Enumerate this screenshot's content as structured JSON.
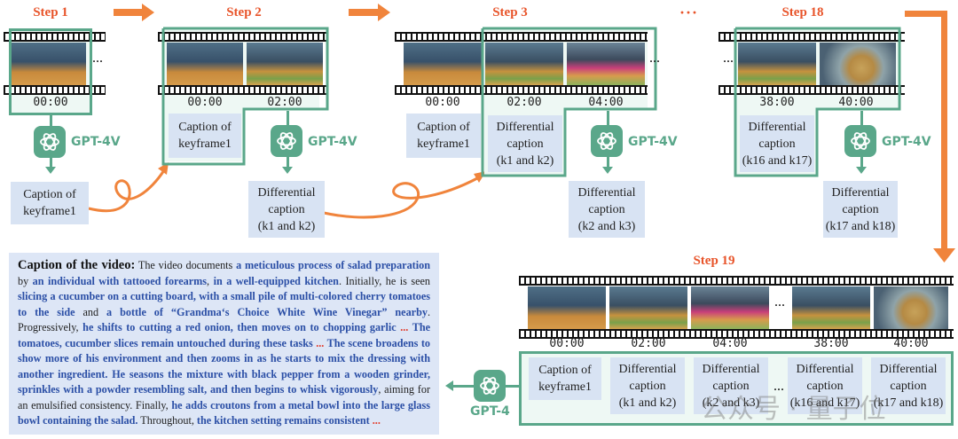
{
  "colors": {
    "step_title": "#e8542a",
    "accent_green": "#5aa78a",
    "caption_box": "#d8e3f3",
    "highlight_blue": "#2b4fa6",
    "ellipsis_red": "#e23b2a",
    "flow_arrow_orange": "#f0843c"
  },
  "steps": [
    {
      "title": "Step 1",
      "timestamps": [
        "00:00"
      ],
      "model": "GPT-4V",
      "output": "Caption of keyframe1"
    },
    {
      "title": "Step 2",
      "timestamps": [
        "00:00",
        "02:00"
      ],
      "input_caption": "Caption of keyframe1",
      "model": "GPT-4V",
      "output_line1": "Differential",
      "output_line2": "caption",
      "output_line3": "(k1 and k2)"
    },
    {
      "title": "Step 3",
      "timestamps": [
        "00:00",
        "02:00",
        "04:00"
      ],
      "context_caption": "Caption of keyframe1",
      "input_line1": "Differential",
      "input_line2": "caption",
      "input_line3": "(k1 and k2)",
      "model": "GPT-4V",
      "output_line1": "Differential",
      "output_line2": "caption",
      "output_line3": "(k2 and k3)"
    },
    {
      "title": "Step 18",
      "timestamps": [
        "38:00",
        "40:00"
      ],
      "input_line1": "Differential",
      "input_line2": "caption",
      "input_line3": "(k16 and k17)",
      "model": "GPT-4V",
      "output_line1": "Differential",
      "output_line2": "caption",
      "output_line3": "(k17 and k18)"
    }
  ],
  "between_steps_ellipsis": "···",
  "frame_ellipsis": "···",
  "step19": {
    "title": "Step 19",
    "timestamps": [
      "00:00",
      "02:00",
      "04:00",
      "38:00",
      "40:00"
    ],
    "captions": [
      {
        "l1": "Caption of",
        "l2": "keyframe1",
        "l3": ""
      },
      {
        "l1": "Differential",
        "l2": "caption",
        "l3": "(k1 and k2)"
      },
      {
        "l1": "Differential",
        "l2": "caption",
        "l3": "(k2 and k3)"
      },
      {
        "l1": "Differential",
        "l2": "caption",
        "l3": "(k16 and k17)"
      },
      {
        "l1": "Differential",
        "l2": "caption",
        "l3": "(k17 and k18)"
      }
    ],
    "model": "GPT-4"
  },
  "video_caption": {
    "lead": "Caption of the video:",
    "segments": [
      {
        "t": " The video documents ",
        "s": "n"
      },
      {
        "t": "a meticulous process of salad preparation",
        "s": "hl"
      },
      {
        "t": " by ",
        "s": "n"
      },
      {
        "t": "an individual with tattooed forearms",
        "s": "hl"
      },
      {
        "t": ", ",
        "s": "n"
      },
      {
        "t": "in a well-equipped kitchen",
        "s": "hl"
      },
      {
        "t": ". Initially, he is seen ",
        "s": "n"
      },
      {
        "t": "slicing a cucumber on a cutting board, with a small pile of multi-colored cherry tomatoes to the side",
        "s": "hl"
      },
      {
        "t": " and ",
        "s": "n"
      },
      {
        "t": "a bottle of “Grandma‘s Choice White Wine Vinegar” nearby",
        "s": "hl"
      },
      {
        "t": ". Progressively, ",
        "s": "n"
      },
      {
        "t": "he shifts to cutting a red onion, then moves on to chopping garlic",
        "s": "hl"
      },
      {
        "t": " ... ",
        "s": "red"
      },
      {
        "t": "The tomatoes, cucumber slices remain untouched during these tasks",
        "s": "hl"
      },
      {
        "t": " ... ",
        "s": "red"
      },
      {
        "t": "The scene broadens to show more of his environment and then zooms in as he starts to mix the dressing with another ingredient. He seasons the mixture with black pepper from a wooden grinder, sprinkles with a powder resembling salt, and then begins to whisk vigorously",
        "s": "hl"
      },
      {
        "t": ", aiming for an emulsified consistency. Finally, ",
        "s": "n"
      },
      {
        "t": "he adds croutons from a metal bowl into the large glass bowl containing the salad.",
        "s": "hl"
      },
      {
        "t": " Throughout, ",
        "s": "n"
      },
      {
        "t": "the kitchen setting remains consistent",
        "s": "hl"
      },
      {
        "t": " ...",
        "s": "red"
      }
    ]
  },
  "watermark": "公众号 · 量子位",
  "icons": {
    "model_icon": "openai-logo-icon",
    "flow_arrow": "orange-arrow-icon"
  }
}
